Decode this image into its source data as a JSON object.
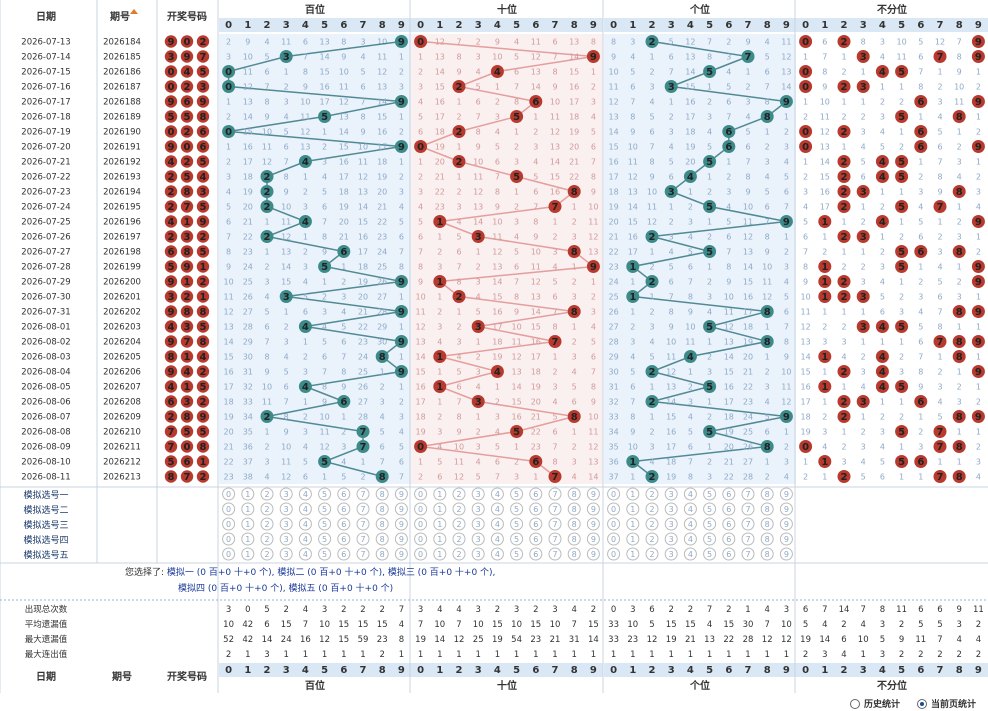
{
  "header": {
    "date_col": "日期",
    "issue_col": "期号",
    "draw_col": "开奖号码",
    "sections": [
      "百位",
      "十位",
      "个位",
      "不分位"
    ],
    "digits": [
      "0",
      "1",
      "2",
      "3",
      "4",
      "5",
      "6",
      "7",
      "8",
      "9"
    ]
  },
  "chart_data": {
    "type": "table",
    "rows": [
      {
        "date": "2026-07-13",
        "issue": "2026184",
        "draw": [
          9,
          0,
          2
        ]
      },
      {
        "date": "2026-07-14",
        "issue": "2026185",
        "draw": [
          3,
          9,
          7
        ]
      },
      {
        "date": "2026-07-15",
        "issue": "2026186",
        "draw": [
          0,
          4,
          5
        ]
      },
      {
        "date": "2026-07-16",
        "issue": "2026187",
        "draw": [
          0,
          2,
          3
        ]
      },
      {
        "date": "2026-07-17",
        "issue": "2026188",
        "draw": [
          9,
          6,
          9
        ]
      },
      {
        "date": "2026-07-18",
        "issue": "2026189",
        "draw": [
          5,
          5,
          8
        ]
      },
      {
        "date": "2026-07-19",
        "issue": "2026190",
        "draw": [
          0,
          2,
          6
        ]
      },
      {
        "date": "2026-07-20",
        "issue": "2026191",
        "draw": [
          9,
          0,
          6
        ]
      },
      {
        "date": "2026-07-21",
        "issue": "2026192",
        "draw": [
          4,
          2,
          5
        ]
      },
      {
        "date": "2026-07-22",
        "issue": "2026193",
        "draw": [
          2,
          5,
          4
        ]
      },
      {
        "date": "2026-07-23",
        "issue": "2026194",
        "draw": [
          2,
          8,
          3
        ]
      },
      {
        "date": "2026-07-24",
        "issue": "2026195",
        "draw": [
          2,
          7,
          5
        ]
      },
      {
        "date": "2026-07-25",
        "issue": "2026196",
        "draw": [
          4,
          1,
          9
        ]
      },
      {
        "date": "2026-07-26",
        "issue": "2026197",
        "draw": [
          2,
          3,
          2
        ]
      },
      {
        "date": "2026-07-27",
        "issue": "2026198",
        "draw": [
          6,
          8,
          5
        ]
      },
      {
        "date": "2026-07-28",
        "issue": "2026199",
        "draw": [
          5,
          9,
          1
        ]
      },
      {
        "date": "2026-07-29",
        "issue": "2026200",
        "draw": [
          9,
          1,
          2
        ]
      },
      {
        "date": "2026-07-30",
        "issue": "2026201",
        "draw": [
          3,
          2,
          1
        ]
      },
      {
        "date": "2026-07-31",
        "issue": "2026202",
        "draw": [
          9,
          8,
          8
        ]
      },
      {
        "date": "2026-08-01",
        "issue": "2026203",
        "draw": [
          4,
          3,
          5
        ]
      },
      {
        "date": "2026-08-02",
        "issue": "2026204",
        "draw": [
          9,
          7,
          8
        ]
      },
      {
        "date": "2026-08-03",
        "issue": "2026205",
        "draw": [
          8,
          1,
          4
        ]
      },
      {
        "date": "2026-08-04",
        "issue": "2026206",
        "draw": [
          9,
          4,
          2
        ]
      },
      {
        "date": "2026-08-05",
        "issue": "2026207",
        "draw": [
          4,
          1,
          5
        ]
      },
      {
        "date": "2026-08-06",
        "issue": "2026208",
        "draw": [
          6,
          3,
          2
        ]
      },
      {
        "date": "2026-08-07",
        "issue": "2026209",
        "draw": [
          2,
          8,
          9
        ]
      },
      {
        "date": "2026-08-08",
        "issue": "2026210",
        "draw": [
          7,
          5,
          5
        ]
      },
      {
        "date": "2026-08-09",
        "issue": "2026211",
        "draw": [
          7,
          0,
          8
        ]
      },
      {
        "date": "2026-08-10",
        "issue": "2026212",
        "draw": [
          5,
          6,
          1
        ]
      },
      {
        "date": "2026-08-11",
        "issue": "2026213",
        "draw": [
          8,
          7,
          2
        ]
      }
    ],
    "simulate_rows": [
      "模拟选号一",
      "模拟选号二",
      "模拟选号三",
      "模拟选号四",
      "模拟选号五"
    ],
    "stats": [
      {
        "label": "出现总次数",
        "hundreds": [
          3,
          0,
          5,
          2,
          4,
          3,
          2,
          2,
          2,
          7
        ],
        "tens": [
          3,
          4,
          4,
          3,
          2,
          3,
          2,
          3,
          4,
          2
        ],
        "units": [
          0,
          3,
          6,
          2,
          2,
          7,
          2,
          1,
          4,
          3
        ],
        "any": [
          6,
          7,
          14,
          7,
          8,
          11,
          6,
          6,
          9,
          11
        ]
      },
      {
        "label": "平均遗漏值",
        "hundreds": [
          10,
          42,
          6,
          15,
          7,
          10,
          15,
          15,
          15,
          4
        ],
        "tens": [
          7,
          10,
          7,
          10,
          15,
          10,
          15,
          10,
          7,
          15
        ],
        "units": [
          33,
          10,
          5,
          15,
          15,
          4,
          15,
          30,
          7,
          10
        ],
        "any": [
          5,
          4,
          2,
          4,
          3,
          2,
          5,
          5,
          3,
          2
        ]
      },
      {
        "label": "最大遗漏值",
        "hundreds": [
          52,
          42,
          14,
          24,
          16,
          12,
          15,
          59,
          23,
          8
        ],
        "tens": [
          19,
          14,
          12,
          25,
          19,
          54,
          23,
          21,
          31,
          14
        ],
        "units": [
          33,
          23,
          12,
          19,
          21,
          13,
          22,
          28,
          12,
          12
        ],
        "any": [
          19,
          14,
          6,
          10,
          5,
          9,
          11,
          7,
          4,
          4
        ]
      },
      {
        "label": "最大连出值",
        "hundreds": [
          2,
          1,
          3,
          1,
          1,
          1,
          1,
          1,
          2,
          1
        ],
        "tens": [
          1,
          1,
          1,
          1,
          1,
          1,
          1,
          1,
          1,
          1
        ],
        "units": [
          1,
          1,
          1,
          1,
          1,
          1,
          1,
          1,
          1,
          1
        ],
        "any": [
          2,
          3,
          4,
          1,
          3,
          2,
          2,
          2,
          2,
          2
        ]
      }
    ]
  },
  "selection": {
    "prefix": "您选择了:",
    "line1": "模拟一 (0 百+0 十+0 个), 模拟二 (0 百+0 十+0 个), 模拟三 (0 百+0 十+0 个),",
    "line2": "模拟四 (0 百+0 十+0 个), 模拟五 (0 百+0 十+0 个)"
  },
  "footer": {
    "opt_history": "历史统计",
    "opt_current": "当前页统计",
    "selected": "current"
  },
  "colors": {
    "blue_ball": "#3d8a8a",
    "red_ball": "#b83a2e",
    "blue_bg": "#eaf3fb",
    "red_bg": "#faf0f0",
    "header_bg": "#d9e8f4",
    "line_blue": "#2a6f7a",
    "line_red": "#e08a8a"
  }
}
